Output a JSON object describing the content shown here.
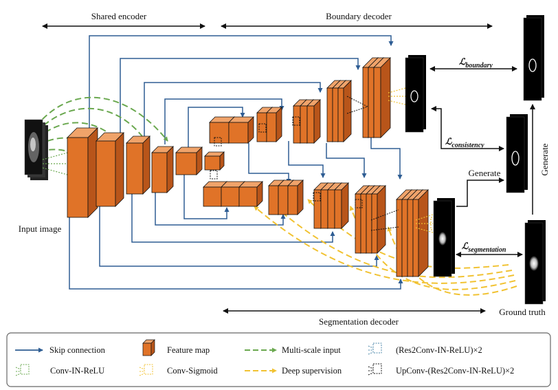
{
  "labels": {
    "shared_encoder": "Shared encoder",
    "boundary_decoder": "Boundary decoder",
    "segmentation_decoder": "Segmentation decoder",
    "input_image": "Input image",
    "ground_truth": "Ground truth",
    "generate_vertical": "Generate",
    "generate_horizontal": "Generate"
  },
  "losses": {
    "boundary": {
      "symbol": "ℒ",
      "subscript": "boundary"
    },
    "consistency": {
      "symbol": "ℒ",
      "subscript": "consistency"
    },
    "segmentation": {
      "symbol": "ℒ",
      "subscript": "segmentation"
    }
  },
  "legend": {
    "skip_connection": "Skip connection",
    "feature_map": "Feature map",
    "multi_scale_input": "Multi-scale input",
    "res2conv": "(Res2Conv-IN-ReLU)×2",
    "conv_in_relu": "Conv-IN-ReLU",
    "conv_sigmoid": "Conv-Sigmoid",
    "deep_supervision": "Deep supervision",
    "upconv": "UpConv-(Res2Conv-IN-ReLU)×2"
  },
  "colors": {
    "feature_map": "#e07328",
    "feature_map_side": "#b8551a",
    "feature_map_top": "#f0a36a",
    "skip_connection": "#2e5d93",
    "multi_scale_input": "#6aa84f",
    "deep_supervision": "#f1c232",
    "block_dashed_green": "#6aa84f",
    "block_dashed_yellow": "#f1c232",
    "block_dashed_blue": "#4a86a8",
    "block_dashed_black": "#111111"
  }
}
